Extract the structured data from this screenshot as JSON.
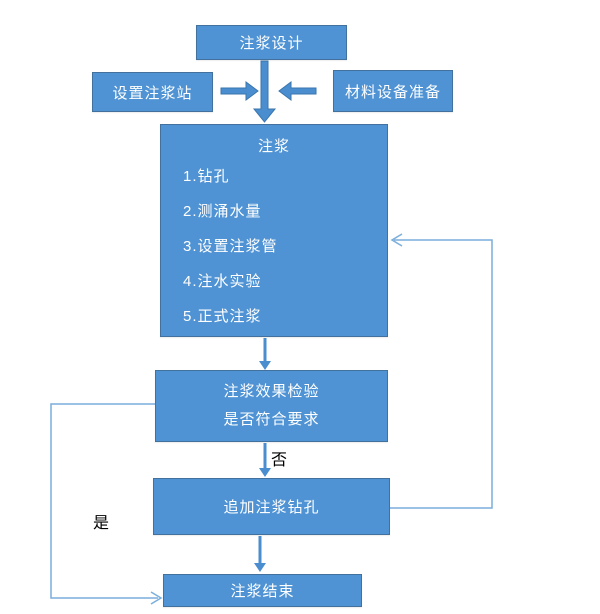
{
  "flowchart": {
    "nodes": {
      "design": {
        "label": "注浆设计"
      },
      "station": {
        "label": "设置注浆站"
      },
      "material": {
        "label": "材料设备准备"
      },
      "grouting": {
        "title": "注浆",
        "steps": [
          "1.钻孔",
          "2.测涌水量",
          "3.设置注浆管",
          "4.注水实验",
          "5.正式注浆"
        ]
      },
      "check": {
        "line1": "注浆效果检验",
        "line2": "是否符合要求"
      },
      "additional": {
        "label": "追加注浆钻孔"
      },
      "end": {
        "label": "注浆结束"
      }
    },
    "branch_labels": {
      "no": "否",
      "yes": "是"
    },
    "colors": {
      "box_fill": "#4f93d4",
      "box_border": "#41719c",
      "arrow_fill": "#4a8ecf",
      "arrow_stroke": "#3a76ad",
      "connector": "#7aaedc",
      "text": "#ffffff",
      "label_text": "#000000"
    }
  }
}
